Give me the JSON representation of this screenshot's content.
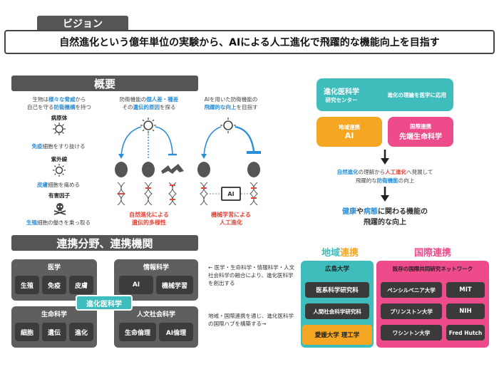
{
  "vision": {
    "tab": "ビジョン",
    "statement": "自然進化という億年単位の実験から、AIによる人工進化で飛躍的な機能向上を目指す"
  },
  "overview": {
    "tab": "概要",
    "col1_head_a": "生物は",
    "col1_head_b": "様々な脅威",
    "col1_head_c": "から",
    "col1_head_d": "自己を守る",
    "col1_head_e": "防衛機構",
    "col1_head_f": "を持つ",
    "threat1": "病原体",
    "threat1_desc_a": "免疫",
    "threat1_desc_b": "細胞をすり抜ける",
    "threat2": "紫外線",
    "threat2_desc_a": "皮膚",
    "threat2_desc_b": "細胞を痛める",
    "threat3": "有害因子",
    "threat3_desc_a": "生殖",
    "threat3_desc_b": "細胞の働きを乗っ取る",
    "col2_head_a": "防衛機能の",
    "col2_head_b": "個人差・種差",
    "col2_head_c": "その",
    "col2_head_d": "遺伝的原因",
    "col2_head_e": "を探る",
    "col2_foot1": "自然進化による",
    "col2_foot2": "遺伝的多様性",
    "col3_head_a": "AIを用いた防衛機能の",
    "col3_head_b": "飛躍的な向上",
    "col3_head_c": "を目指す",
    "ai_label": "AI",
    "col3_foot1": "機械学習による",
    "col3_foot2": "人工進化"
  },
  "center_flow": {
    "top_title1": "進化医科学",
    "top_title2": "研究センター",
    "top_desc": "進化の理論を医学に応用",
    "left_box1": "地域連携",
    "left_box2": "AI",
    "right_box1": "国際連携",
    "right_box2": "先端生命科学",
    "mid_text_a": "自然進化",
    "mid_text_b": "の理解から",
    "mid_text_c": "人工進化",
    "mid_text_d": "へ発展して",
    "mid_text_e": "飛躍的な",
    "mid_text_f": "防衛機能",
    "mid_text_g": "の向上",
    "bottom_a": "健康",
    "bottom_b": "や",
    "bottom_c": "病態",
    "bottom_d": "に関わる機能の",
    "bottom_e": "飛躍的な向上"
  },
  "collab": {
    "tab": "連携分野、連携機関",
    "medicine": "医学",
    "medicine_items": [
      "生殖",
      "免疫",
      "皮膚"
    ],
    "info": "情報科学",
    "info_items": [
      "AI",
      "機械学習"
    ],
    "life": "生命科学",
    "life_items": [
      "細胞",
      "遺伝",
      "進化"
    ],
    "humanities": "人文社会科学",
    "humanities_items": [
      "生命倫理",
      "AI倫理"
    ],
    "center_label": "進化医科学",
    "note1": "← 医学・生命科学・情報科学・人文社会科学の融合により、進化医科学を創出する",
    "note2": "地域・国際連携を通じ、進化医科学の国際ハブを構築する→"
  },
  "regional": {
    "title_a": "地域",
    "title_b": "連携",
    "head": "広島大学",
    "items": [
      "医系科学研究科",
      "人間社会科学研究科",
      "愛媛大学 理工学"
    ]
  },
  "international": {
    "title": "国際連携",
    "head": "既存の国際共同研究ネットワーク",
    "items": [
      "ペンシルベニア大学",
      "MIT",
      "プリンストン大学",
      "NIH",
      "ワシントン大学",
      "Fred Hutch"
    ]
  },
  "colors": {
    "teal": "#3fbdbd",
    "orange": "#f5a623",
    "pink": "#ee4b8b",
    "blue": "#2a8fd8",
    "red": "#e0463a"
  }
}
